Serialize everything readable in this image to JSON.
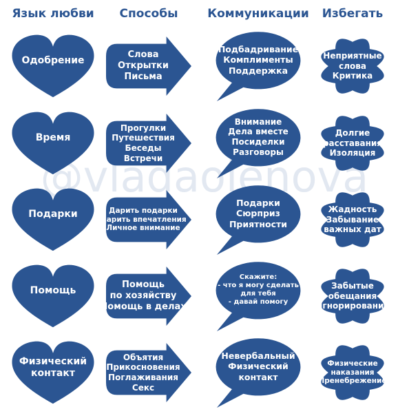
{
  "colors": {
    "shape": "#2b5592",
    "header": "#2b5592",
    "text": "#ffffff"
  },
  "headers": [
    "Язык любви",
    "Способы",
    "Коммуникации",
    "Избегать"
  ],
  "watermark": "@vladaolenova",
  "rows": [
    {
      "love_language": [
        "Одобрение"
      ],
      "ways": [
        "Слова",
        "Открытки",
        "Письма"
      ],
      "communication": [
        "Подбадривание",
        "Комплименты",
        "Поддержка"
      ],
      "avoid": [
        "Неприятные",
        "слова",
        "Критика"
      ]
    },
    {
      "love_language": [
        "Время"
      ],
      "ways": [
        "Прогулки",
        "Путешествия",
        "Беседы",
        "Встречи"
      ],
      "communication": [
        "Внимание",
        "Дела вместе",
        "Посиделки",
        "Разговоры"
      ],
      "avoid": [
        "Долгие",
        "расставания",
        "Изоляция"
      ]
    },
    {
      "love_language": [
        "Подарки"
      ],
      "ways": [
        "Дарить подарки",
        "Дарить впечатления",
        "Личное внимание"
      ],
      "communication": [
        "Подарки",
        "Сюрприз",
        "Приятности"
      ],
      "avoid": [
        "Жадность",
        "Забывание",
        "важных дат"
      ]
    },
    {
      "love_language": [
        "Помощь"
      ],
      "ways": [
        "Помощь",
        "по хозяйству",
        "Помощь в делах"
      ],
      "communication": [
        "Скажите:",
        "- что я могу сделать",
        "для тебя",
        "- давай помогу"
      ],
      "avoid": [
        "Забытые",
        "обещания",
        "Игнорирование"
      ]
    },
    {
      "love_language": [
        "Физический",
        "контакт"
      ],
      "ways": [
        "Объятия",
        "Прикосновения",
        "Поглаживания",
        "Секс"
      ],
      "communication": [
        "Невербальный",
        "Физический",
        "контакт"
      ],
      "avoid": [
        "Физические",
        "наказания",
        "Пренебрежение"
      ]
    }
  ]
}
